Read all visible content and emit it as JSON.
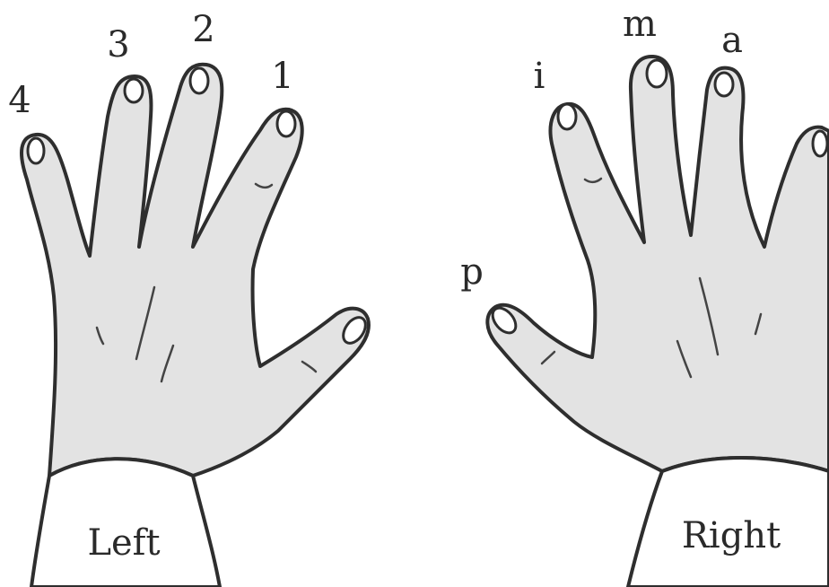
{
  "left_hand": {
    "name": "Left",
    "fingers": [
      "1",
      "2",
      "3",
      "4"
    ]
  },
  "right_hand": {
    "name": "Right",
    "fingers": [
      "p",
      "i",
      "m",
      "a"
    ]
  },
  "colors": {
    "skin": "#e3e3e3",
    "outline": "#2e2e2e",
    "sleeve": "#ffffff"
  }
}
